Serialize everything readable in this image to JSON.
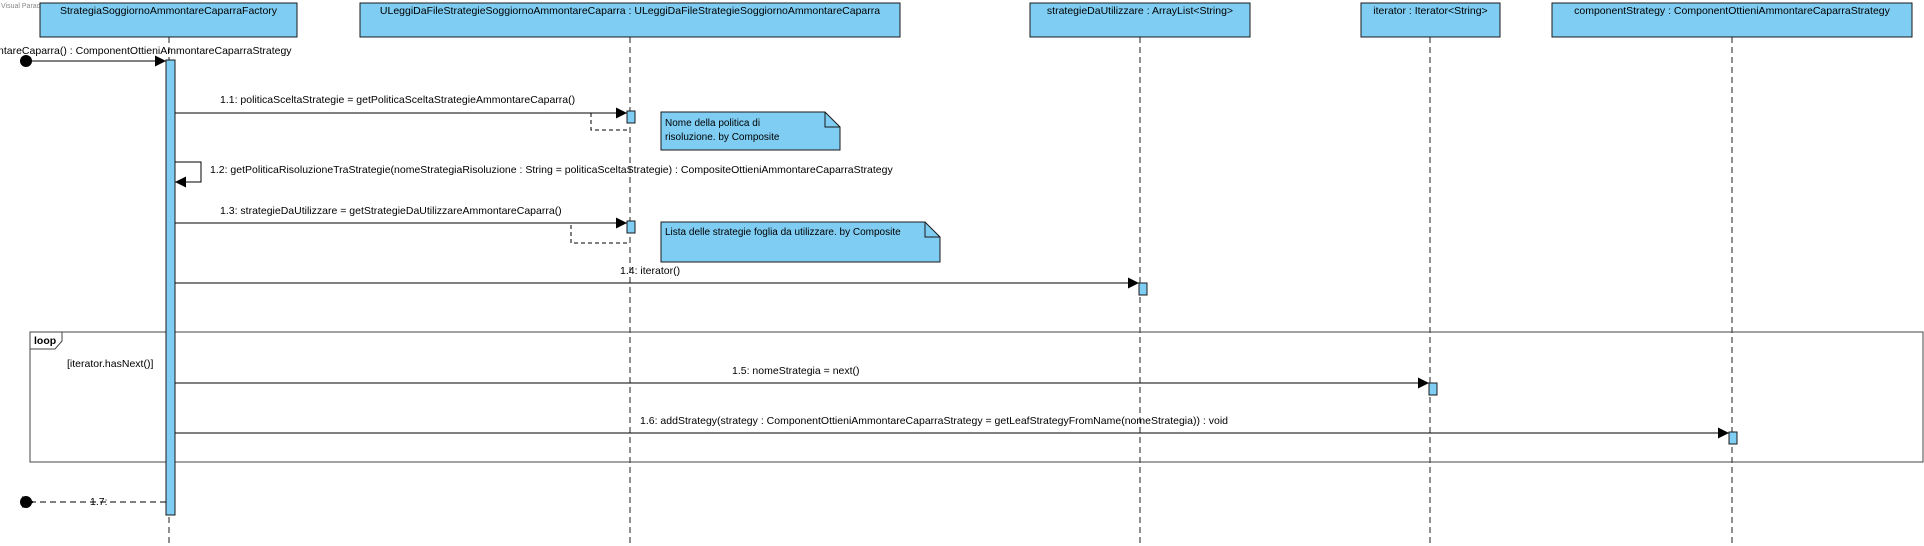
{
  "watermark": "Visual Paradigm",
  "lifelines": [
    {
      "id": "factory",
      "title": "StrategiaSoggiornoAmmontareCaparraFactory"
    },
    {
      "id": "uleggi",
      "title": "ULeggiDaFileStrategieSoggiornoAmmontareCaparra : ULeggiDaFileStrategieSoggiornoAmmontareCaparra"
    },
    {
      "id": "strategie",
      "title": "strategieDaUtilizzare : ArrayList<String>"
    },
    {
      "id": "iterator",
      "title": "iterator : Iterator<String>"
    },
    {
      "id": "component",
      "title": "componentStrategy : ComponentOttieniAmmontareCaparraStrategy"
    }
  ],
  "messages": [
    {
      "id": "entry",
      "label": "ntareCaparra() : ComponentOttieniAmmontareCaparraStrategy",
      "from": "found",
      "to": "factory",
      "kind": "sync"
    },
    {
      "id": "m1_1",
      "label": "1.1: politicaSceltaStrategie = getPoliticaSceltaStrategieAmmontareCaparra()",
      "from": "factory",
      "to": "uleggi",
      "kind": "sync"
    },
    {
      "id": "m1_2",
      "label": "1.2: getPoliticaRisoluzioneTraStrategie(nomeStrategiaRisoluzione : String = politicaSceltaStrategie) : CompositeOttieniAmmontareCaparraStrategy",
      "from": "factory",
      "to": "factory",
      "kind": "self"
    },
    {
      "id": "m1_3",
      "label": "1.3: strategieDaUtilizzare = getStrategieDaUtilizzareAmmontareCaparra()",
      "from": "factory",
      "to": "uleggi",
      "kind": "sync"
    },
    {
      "id": "m1_4",
      "label": "1.4: iterator()",
      "from": "factory",
      "to": "strategie",
      "kind": "sync"
    },
    {
      "id": "m1_5",
      "label": "1.5: nomeStrategia = next()",
      "from": "factory",
      "to": "iterator",
      "kind": "sync"
    },
    {
      "id": "m1_6",
      "label": "1.6: addStrategy(strategy : ComponentOttieniAmmontareCaparraStrategy = getLeafStrategyFromName(nomeStrategia)) : void",
      "from": "factory",
      "to": "component",
      "kind": "sync"
    },
    {
      "id": "m1_7",
      "label": "1.7:",
      "from": "factory",
      "to": "found",
      "kind": "return"
    }
  ],
  "notes": [
    {
      "id": "note1",
      "lines": [
        "Nome della politica di",
        "risoluzione. by Composite"
      ]
    },
    {
      "id": "note2",
      "lines": [
        "Lista delle strategie foglia da utilizzare. by Composite"
      ]
    }
  ],
  "fragment": {
    "operator": "loop",
    "guard": "[iterator.hasNext()]"
  },
  "colors": {
    "fill": "#7fcdf2",
    "stroke": "#1a1a1a"
  }
}
